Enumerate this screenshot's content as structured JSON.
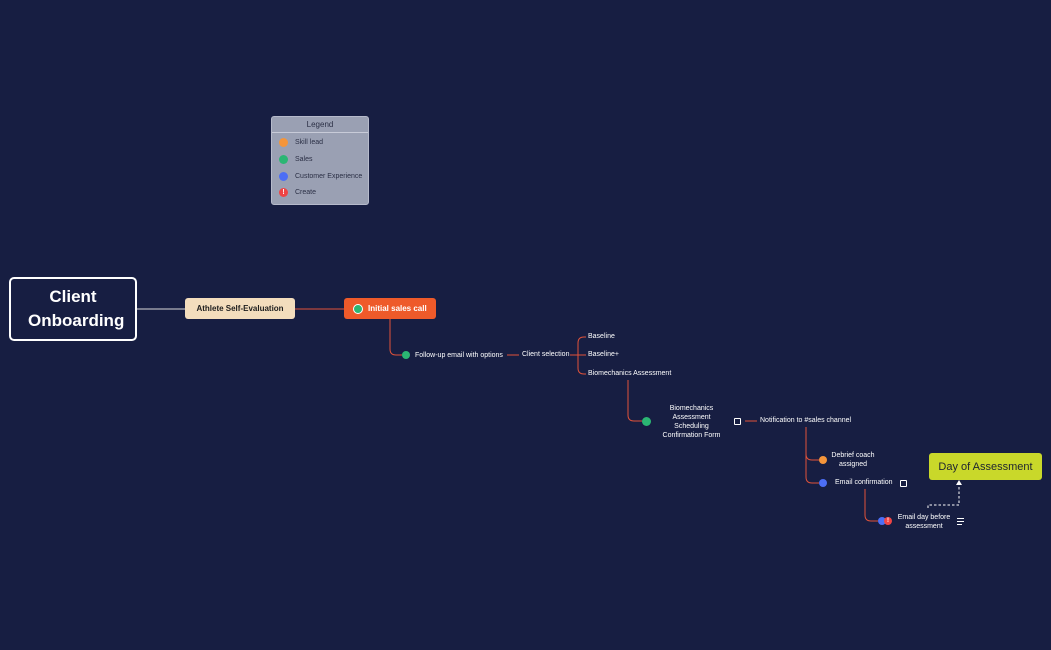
{
  "colors": {
    "background": "#171e42",
    "connector": "#e0523a",
    "skill_lead": "#f4953b",
    "sales": "#2bb673",
    "customer_experience": "#4c6ef5",
    "create": "#ef4444"
  },
  "legend": {
    "title": "Legend",
    "items": [
      {
        "label": "Skill lead",
        "color": "#f4953b",
        "icon": "orange-dot"
      },
      {
        "label": "Sales",
        "color": "#2bb673",
        "icon": "green-dot"
      },
      {
        "label": "Customer Experience",
        "color": "#4c6ef5",
        "icon": "blue-dot"
      },
      {
        "label": "Create",
        "color": "#ef4444",
        "icon": "exclamation-icon"
      }
    ]
  },
  "nodes": {
    "root": "Client Onboarding",
    "athlete": "Athlete Self-Evaluation",
    "sales_call": "Initial sales call",
    "follow_up": "Follow-up email with options",
    "client_selection": "Client selection",
    "baseline": "Baseline",
    "baseline_plus": "Baseline+",
    "biomech": "Biomechanics Assessment",
    "scheduling_form": "Biomechanics Assessment Scheduling Confirmation Form",
    "notification": "Notification to #sales channel",
    "debrief": "Debrief coach assigned",
    "email_confirmation": "Email confirmation",
    "email_day_before": "Email day before assessment",
    "day_of": "Day of Assessment"
  }
}
